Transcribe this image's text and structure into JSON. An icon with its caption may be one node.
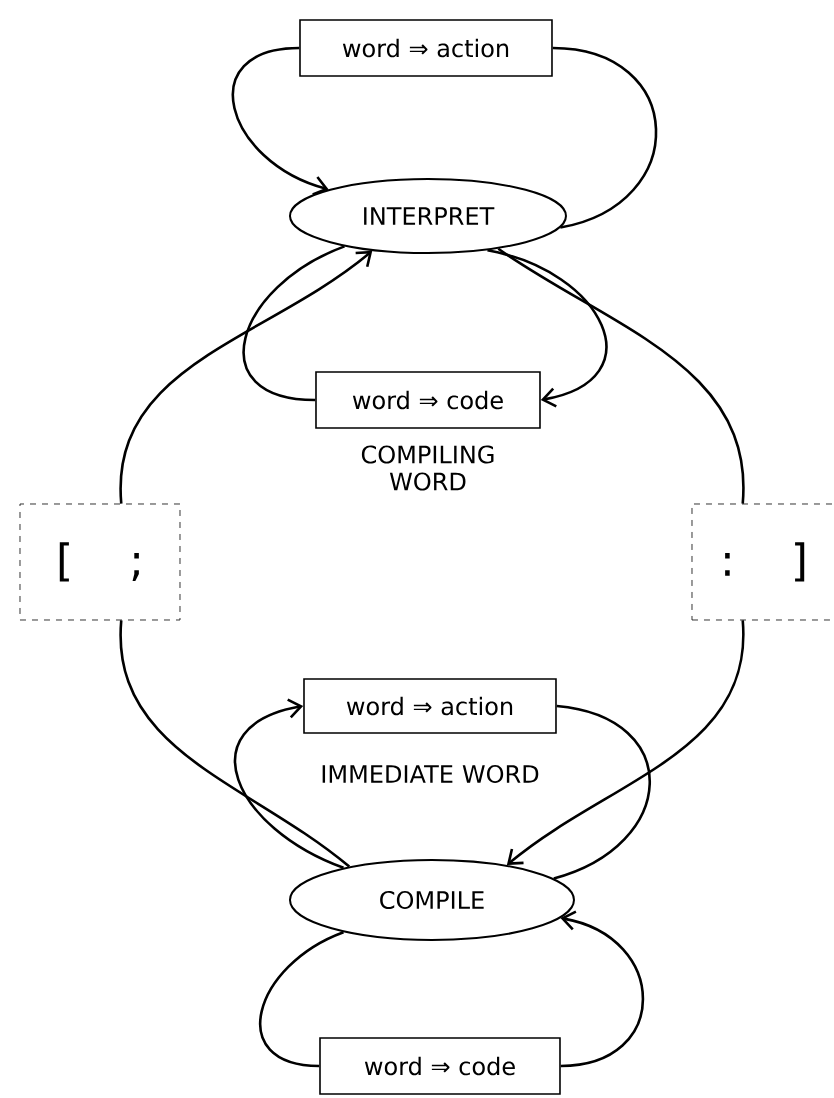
{
  "diagram": {
    "nodes": [
      {
        "text": [
          "word ⇒ action"
        ]
      },
      {
        "text": [
          "INTERPRET"
        ]
      },
      {
        "text": [
          "word ⇒ code"
        ],
        "beside": [
          "COMPILING WORD"
        ]
      },
      {
        "text": [
          "[",
          ";"
        ]
      },
      {
        "text": [
          ":",
          "]"
        ]
      },
      {
        "text": [
          "word ⇒ action"
        ],
        "beside": [
          "IMMEDIATE WORD"
        ]
      },
      {
        "text": [
          "COMPILE"
        ]
      },
      {
        "text": [
          "word ⇒ code"
        ]
      }
    ],
    "edges": [
      {
        "from": 1,
        "to": 0,
        "arrow": "none"
      },
      {
        "from": 0,
        "to": 1,
        "arrow": "to"
      },
      {
        "from": 1,
        "to": 2,
        "arrow": "to"
      },
      {
        "from": 2,
        "to": 1,
        "arrow": "none"
      },
      {
        "from": 6,
        "to": 3,
        "arrow": "none"
      },
      {
        "from": 3,
        "to": 1,
        "arrow": "to"
      },
      {
        "from": 1,
        "to": 4,
        "arrow": "none"
      },
      {
        "from": 4,
        "to": 6,
        "arrow": "to"
      },
      {
        "from": 6,
        "to": 5,
        "arrow": "to"
      },
      {
        "from": 5,
        "to": 6,
        "arrow": "none"
      },
      {
        "from": 6,
        "to": 7,
        "arrow": "none"
      },
      {
        "from": 7,
        "to": 6,
        "arrow": "to"
      }
    ]
  }
}
